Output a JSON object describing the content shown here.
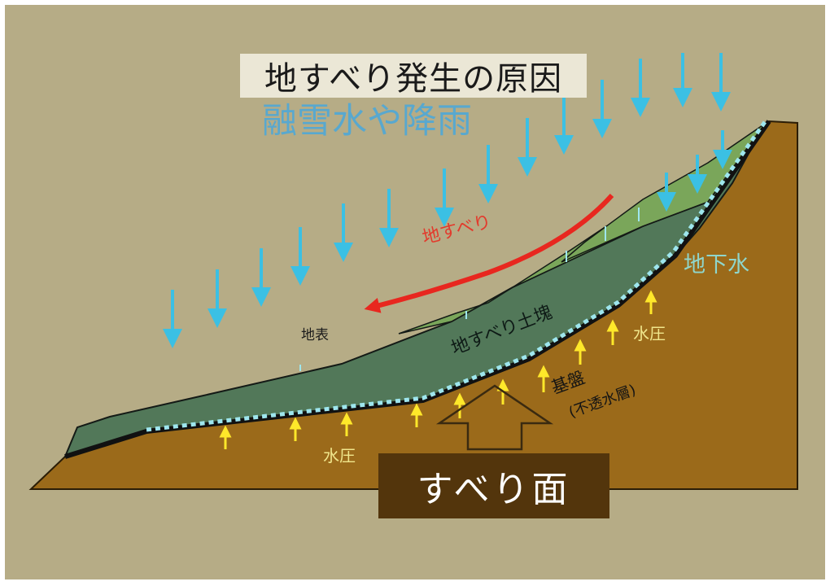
{
  "title": "地すべり発生の原因",
  "labels": {
    "rain": "融雪水や降雨",
    "landslide": "地すべり",
    "ground_surface": "地表",
    "landslide_mass": "地すべり土塊",
    "groundwater": "地下水",
    "water_pressure_upper": "水圧",
    "water_pressure_lower": "水圧",
    "bedrock": "基盤",
    "impermeable_layer": "(不透水層)",
    "slip_surface": "すべり面"
  },
  "colors": {
    "background": "#b6ac86",
    "bedrock": "#9b6a1a",
    "landslide_mass": "#527859",
    "surface_soil": "#7aa65a",
    "rain_arrow": "#3bc0e4",
    "slide_arrow": "#e8271f",
    "water_pressure_arrow": "#ffe82a",
    "slip_surface_line": "#9ee6ee",
    "slip_surface_box": "#53350c"
  },
  "icons": {
    "rain": "down-arrow-icon",
    "landslide_direction": "curved-arrow-icon",
    "water_pressure": "up-arrow-icon",
    "upward_force": "hollow-up-arrow-icon"
  }
}
